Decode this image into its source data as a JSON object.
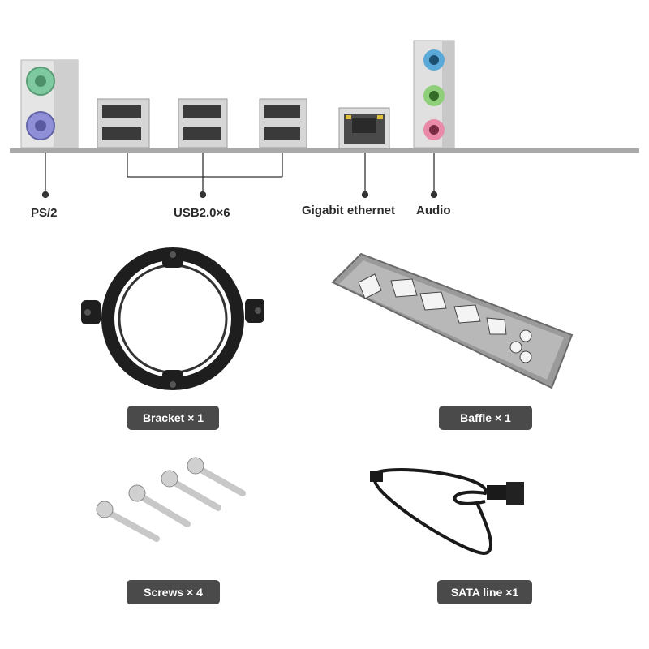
{
  "ports": {
    "ps2_label": "PS/2",
    "usb_label": "USB2.0×6",
    "ethernet_label": "Gigabit ethernet",
    "audio_label": "Audio"
  },
  "accessories": {
    "bracket_label": "Bracket × 1",
    "baffle_label": "Baffle × 1",
    "screws_label": "Screws × 4",
    "sata_label": "SATA line ×1"
  },
  "colors": {
    "ps2_mouse": "#7fc9a0",
    "ps2_keyboard": "#8f8fd8",
    "audio_blue": "#5aa9d8",
    "audio_green": "#8fcf7a",
    "audio_pink": "#e88aa8",
    "pill_bg": "#4a4a4a"
  }
}
